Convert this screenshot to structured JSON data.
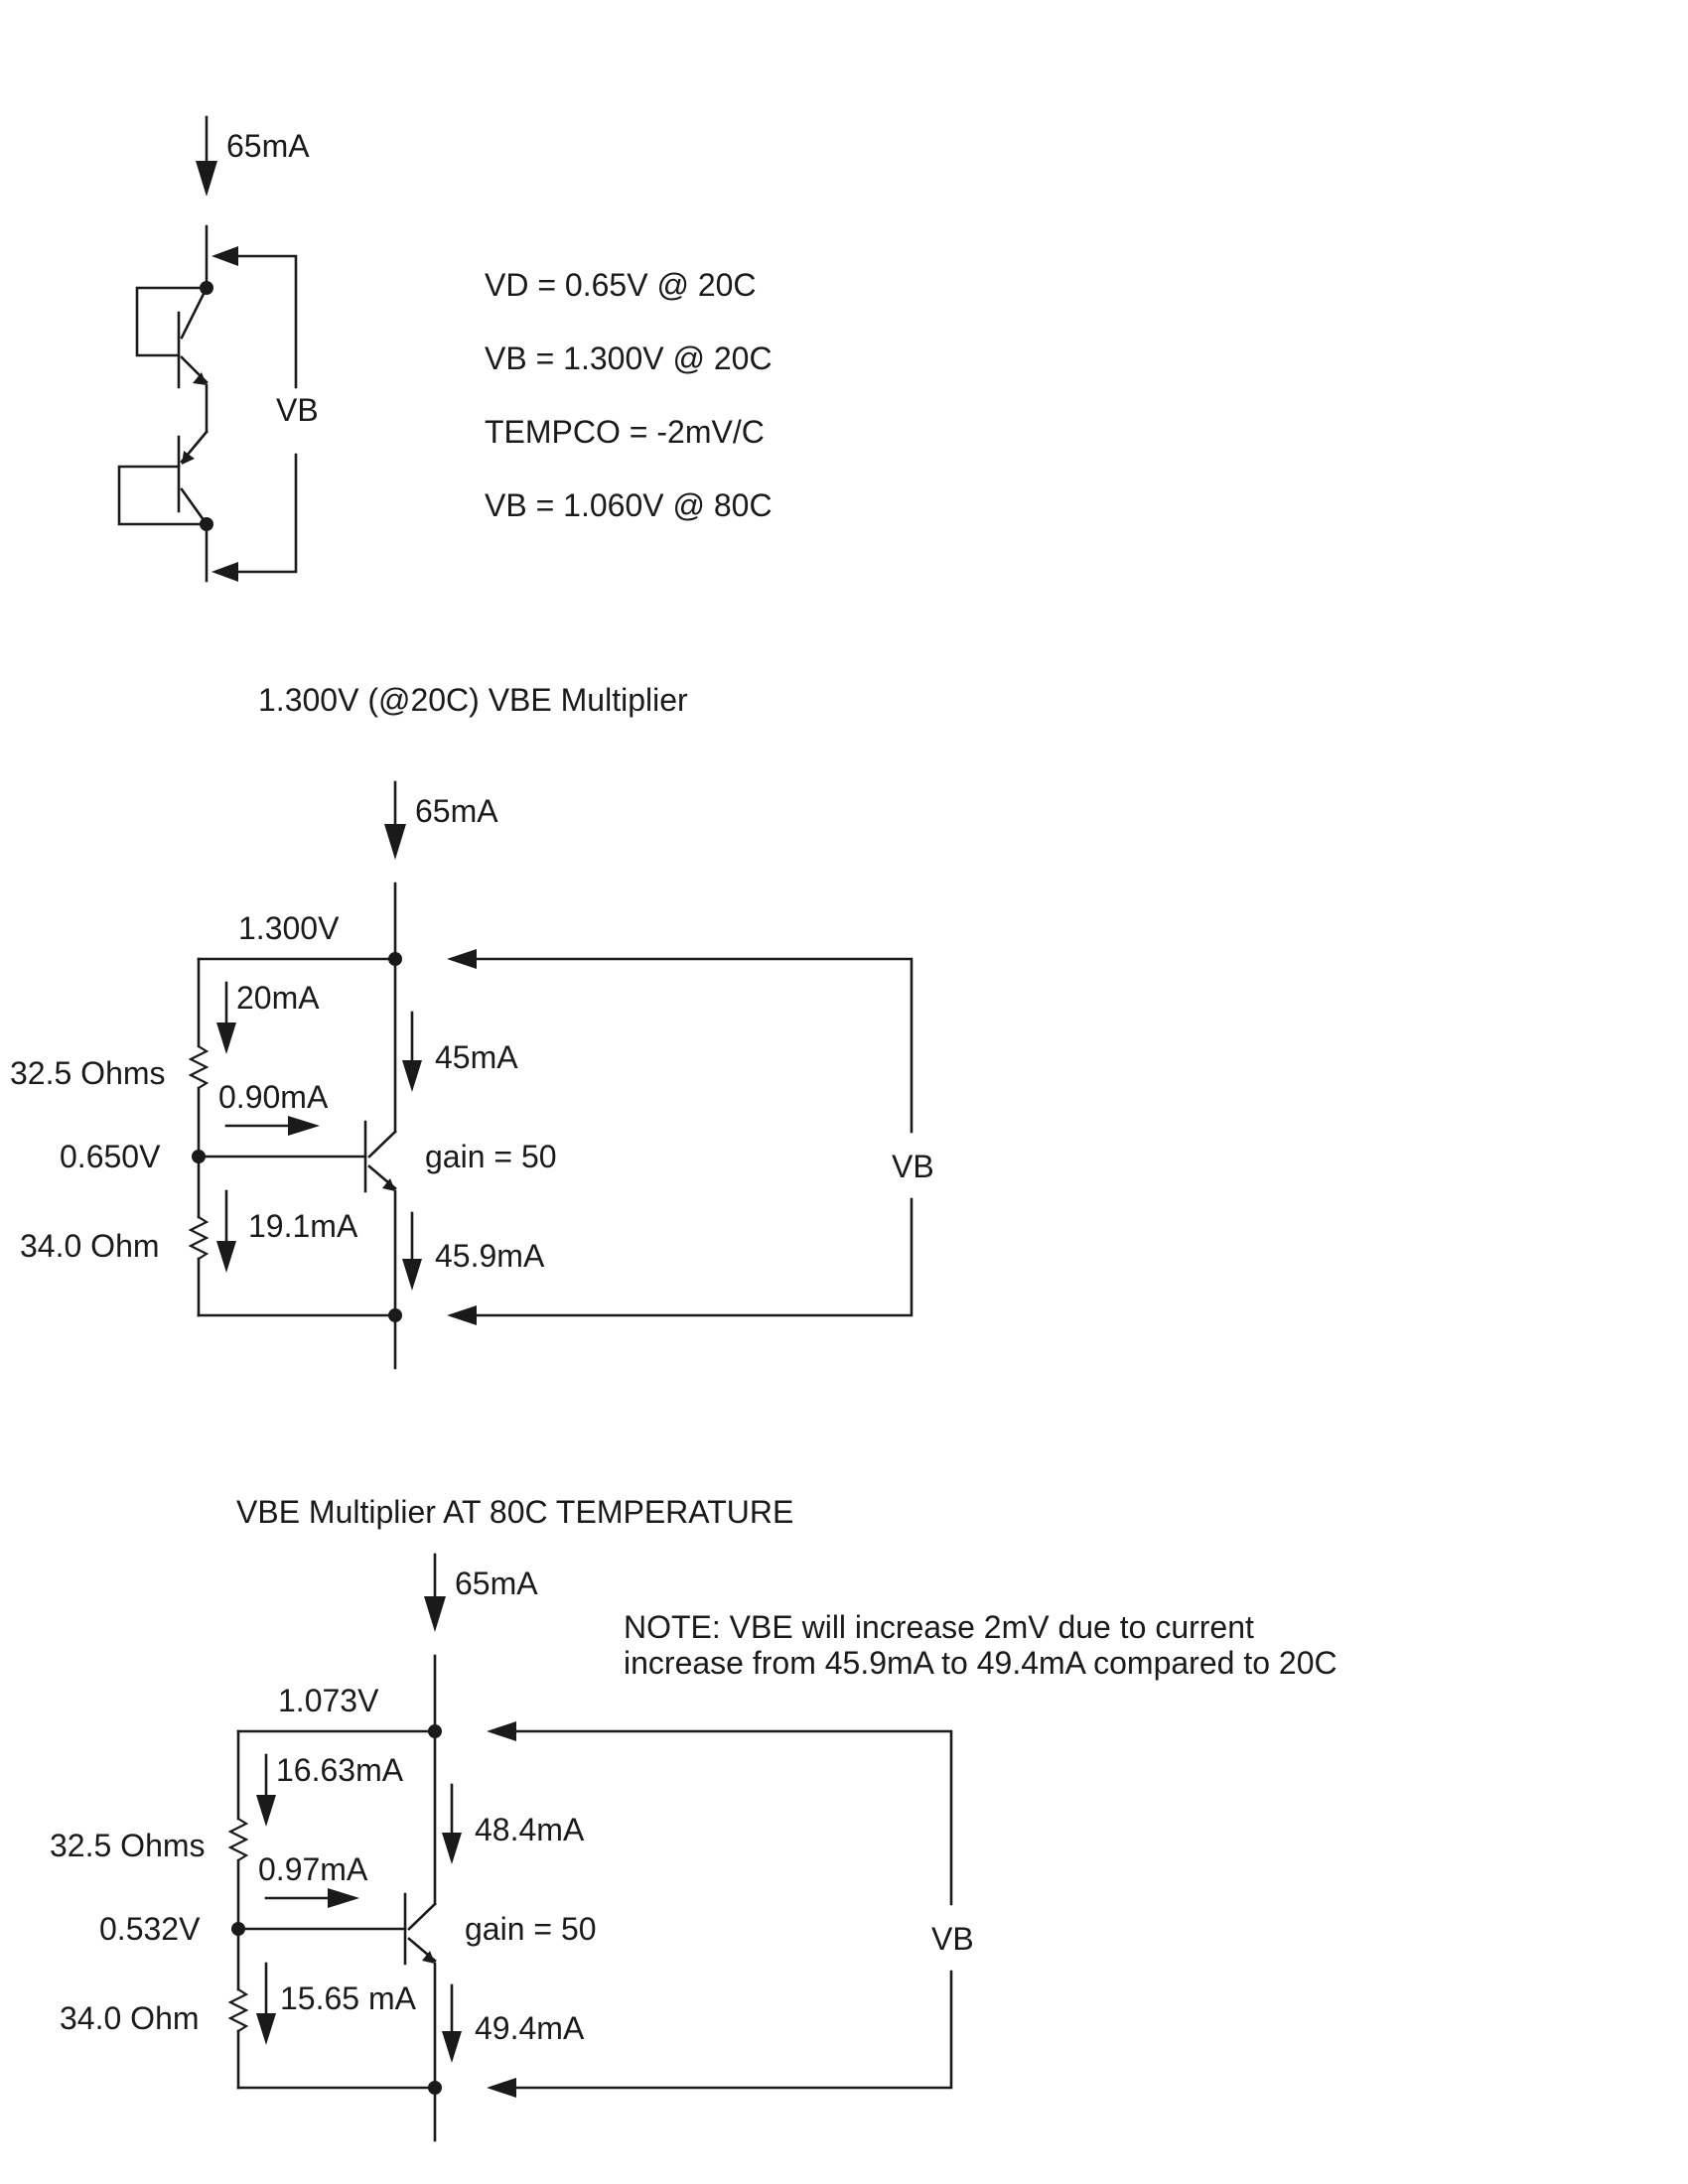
{
  "diode_section": {
    "input_current": "65mA",
    "vb_label": "VB",
    "notes": [
      "VD = 0.65V @ 20C",
      "VB = 1.300V @ 20C",
      "TEMPCO = -2mV/C",
      "VB = 1.060V @ 80C"
    ]
  },
  "multiplier_20c": {
    "title": "1.300V (@20C) VBE Multiplier",
    "input_current": "65mA",
    "top_voltage": "1.300V",
    "r_top_current": "20mA",
    "r_top_label": "32.5 Ohms",
    "base_current": "0.90mA",
    "collector_current": "45mA",
    "mid_voltage": "0.650V",
    "gain_label": "gain = 50",
    "vb_label": "VB",
    "r_bottom_label": "34.0 Ohm",
    "r_bottom_current": "19.1mA",
    "emitter_current": "45.9mA"
  },
  "multiplier_80c": {
    "title": "VBE Multiplier AT 80C TEMPERATURE",
    "input_current": "65mA",
    "note_line1": "NOTE:  VBE will increase 2mV due to current",
    "note_line2": "increase from 45.9mA to 49.4mA compared to 20C",
    "top_voltage": "1.073V",
    "r_top_current": "16.63mA",
    "r_top_label": "32.5 Ohms",
    "base_current": "0.97mA",
    "collector_current": "48.4mA",
    "mid_voltage": "0.532V",
    "gain_label": "gain = 50",
    "vb_label": "VB",
    "r_bottom_label": "34.0 Ohm",
    "r_bottom_current": "15.65 mA",
    "emitter_current": "49.4mA"
  }
}
